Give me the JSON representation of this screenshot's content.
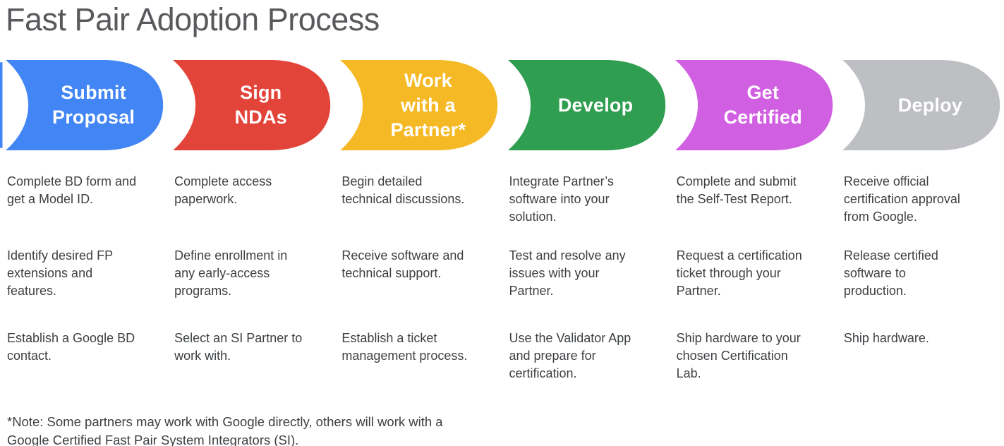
{
  "title": "Fast Pair Adoption Process",
  "colors": {
    "title_text": "#57595c",
    "body_text": "#3d4043",
    "label_text": "#ffffff"
  },
  "stages": [
    {
      "label": "Submit\nProposal",
      "color": "#4285F4",
      "items": [
        "Complete BD form and\nget a Model ID.",
        "Identify desired FP\nextensions and\nfeatures.",
        "Establish a Google BD\ncontact."
      ]
    },
    {
      "label": "Sign\nNDAs",
      "color": "#E3443A",
      "items": [
        "Complete access\npaperwork.",
        "Define enrollment in\nany early-access\nprograms.",
        "Select an SI Partner to\nwork with."
      ]
    },
    {
      "label": "Work\nwith a\nPartner*",
      "color": "#F6B926",
      "items": [
        "Begin detailed\ntechnical discussions.",
        "Receive software and\ntechnical support.",
        "Establish a ticket\nmanagement process."
      ]
    },
    {
      "label": "Develop",
      "color": "#2F9E50",
      "items": [
        "Integrate Partner’s\nsoftware into your\nsolution.",
        "Test and resolve any\nissues with your\nPartner.",
        "Use the Validator App\nand prepare for\ncertification."
      ]
    },
    {
      "label": "Get\nCertified",
      "color": "#D15FE2",
      "items": [
        "Complete and submit\nthe Self-Test Report.",
        "Request a certification\nticket through your\nPartner.",
        "Ship hardware to your\nchosen Certification\nLab."
      ]
    },
    {
      "label": "Deploy",
      "color": "#BDBFC3",
      "items": [
        "Receive official\ncertification approval\nfrom Google.",
        "Release certified\nsoftware to\nproduction.",
        "Ship hardware."
      ]
    }
  ],
  "footnote": "*Note: Some partners may work with Google directly, others will work with a\nGoogle Certified Fast Pair System Integrators (SI)."
}
